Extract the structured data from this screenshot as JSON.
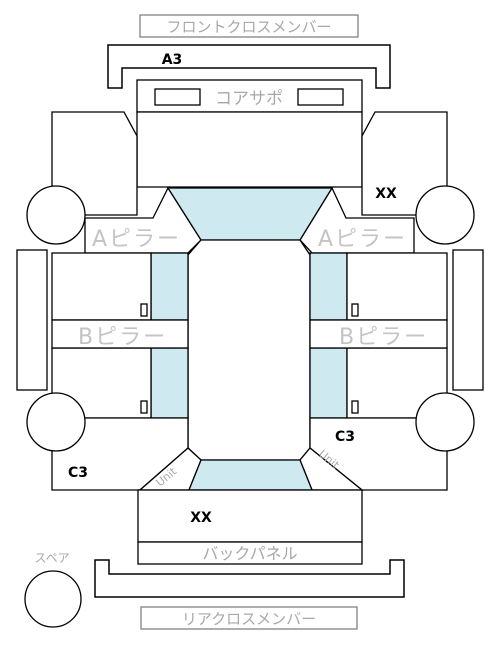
{
  "labels": {
    "front_cross_member": "フロントクロスメンバー",
    "rear_cross_member": "リアクロスメンバー",
    "core_support": "コアサポ",
    "a_pillar": "Aピラー",
    "b_pillar": "Bピラー",
    "back_panel": "バックパネル",
    "spare": "スペア",
    "unit": "Unit"
  },
  "marks": {
    "front_bumper": "A3",
    "right_front_fender": "XX",
    "right_rear_quarter": "C3",
    "left_rear_quarter": "C3",
    "trunk": "XX"
  },
  "colors": {
    "glass": "#cfe9f0",
    "label_gray": "#a8a8a8",
    "outline": "#000000"
  }
}
